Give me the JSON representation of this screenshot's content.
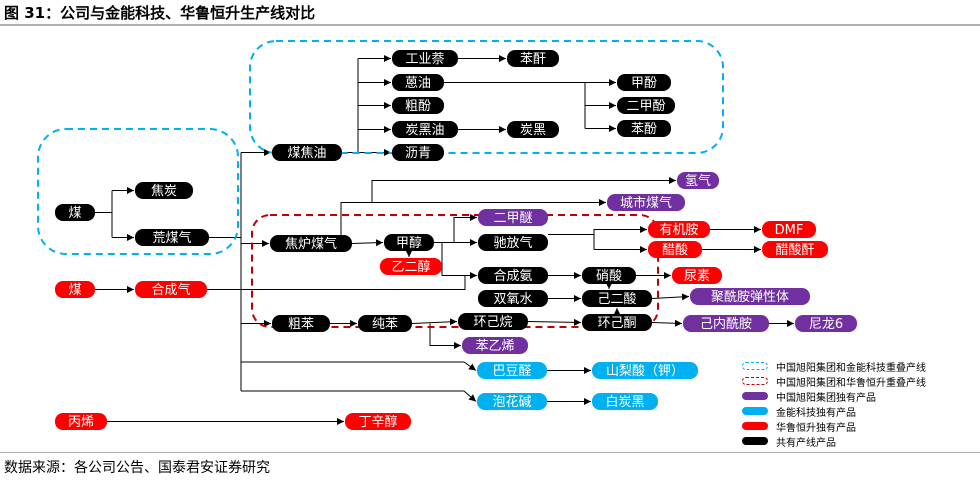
{
  "title": "图 31：公司与金能科技、华鲁恒升生产线对比",
  "source": "数据来源：各公司公告、国泰君安证券研究",
  "colors": {
    "black": "#000000",
    "purple": "#7030a0",
    "blue": "#00b0f0",
    "red": "#ff0000",
    "dashed_blue": "#00b0f0",
    "dashed_red": "#c00000",
    "arrow": "#000000"
  },
  "nodes": {
    "coal": "煤",
    "coke": "焦炭",
    "waste_gas": "荒煤气",
    "coal_tar": "煤焦油",
    "naphthalene": "工业萘",
    "phthalic": "苯酐",
    "anthracene_oil": "蒽油",
    "crude_phenol": "粗酚",
    "carbon_black_oil": "炭黑油",
    "carbon_black": "炭黑",
    "asphalt": "沥青",
    "cresol": "甲酚",
    "xylenol": "二甲酚",
    "phenol": "苯酚",
    "hydrogen": "氢气",
    "city_gas": "城市煤气",
    "coke_oven_gas": "焦炉煤气",
    "methanol": "甲醇",
    "dme": "二甲醚",
    "ethylene_glycol": "乙二醇",
    "purge_gas": "驰放气",
    "organic_amine": "有机胺",
    "dmf": "DMF",
    "acetic_acid": "醋酸",
    "acetic_anhydride": "醋酸酐",
    "synthetic_ammonia": "合成氨",
    "nitric_acid": "硝酸",
    "urea": "尿素",
    "hydrogen_peroxide": "双氧水",
    "adipic_acid": "己二酸",
    "polyamide_elastomer": "聚酰胺弹性体",
    "crude_benzene": "粗苯",
    "pure_benzene": "纯苯",
    "cyclohexane": "环己烷",
    "cyclohexanone": "环己酮",
    "caprolactam": "己内酰胺",
    "nylon6": "尼龙6",
    "styrene": "苯乙烯",
    "coal2": "煤",
    "syngas": "合成气",
    "crotonaldehyde": "巴豆醛",
    "sorbic_acid": "山梨酸（钾）",
    "foaming_agent": "泡花碱",
    "white_carbon_black": "白炭黑",
    "propylene": "丙烯",
    "butyl_octanol": "丁辛醇"
  },
  "legend": [
    {
      "label": "中国旭阳集团和金能科技重叠产线",
      "icon": "dashed-blue-line"
    },
    {
      "label": "中国旭阳集团和华鲁恒升重叠产线",
      "icon": "dashed-red-line"
    },
    {
      "label": "中国旭阳集团独有产品",
      "icon": "purple-pill"
    },
    {
      "label": "金能科技独有产品",
      "icon": "blue-pill"
    },
    {
      "label": "华鲁恒升独有产品",
      "icon": "red-pill"
    },
    {
      "label": "共有产线产品",
      "icon": "black-pill"
    }
  ]
}
